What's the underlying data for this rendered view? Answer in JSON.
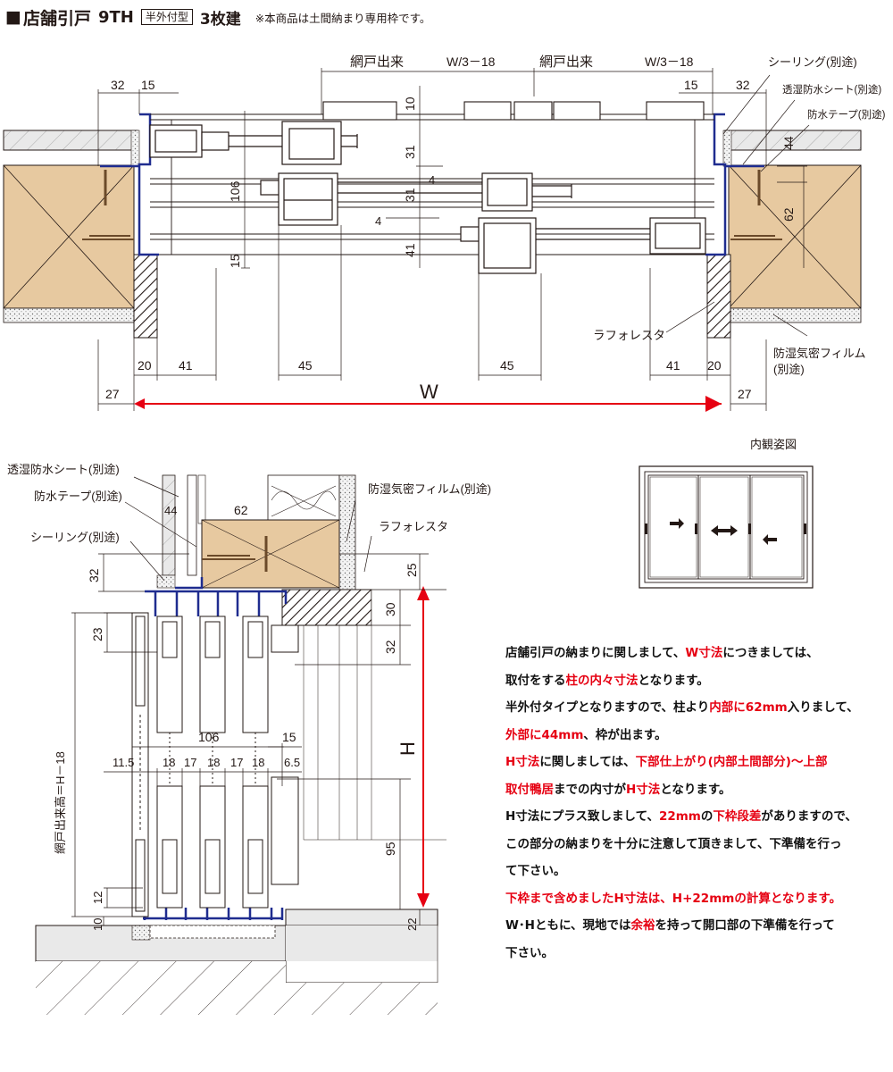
{
  "header": {
    "square": "■",
    "title": "店舗引戸",
    "model": "9TH",
    "mount_type": "半外付型",
    "panel_count": "3枚建",
    "note": "※本商品は土間納まり専用枠です。"
  },
  "plan_view": {
    "top_dims": {
      "screen_left": "網戸出来",
      "w3_left": "W/3－18",
      "screen_right": "網戸出来",
      "w3_right": "W/3－18",
      "left_32": "32",
      "left_15": "15",
      "right_15": "15",
      "right_32": "32"
    },
    "vertical_dims": {
      "d10": "10",
      "d31a": "31",
      "d31b": "31",
      "d41": "41",
      "d4a": "4",
      "d4b": "4",
      "d106": "106",
      "d15": "15",
      "d44": "44",
      "d62": "62"
    },
    "bottom_dims": {
      "l20": "20",
      "l41": "41",
      "m45a": "45",
      "m45b": "45",
      "r41": "41",
      "r20": "20",
      "l27": "27",
      "r27": "27",
      "width": "W"
    },
    "labels": {
      "sealing": "シーリング(別途)",
      "moisture_sheet": "透湿防水シート(別途)",
      "waterproof_tape": "防水テープ(別途)",
      "lafolesta": "ラフォレスタ",
      "vapor_film_1": "防湿気密フィルム",
      "vapor_film_2": "(別途)"
    }
  },
  "interior_view": {
    "title": "内観姿図"
  },
  "section_view": {
    "labels": {
      "moisture_sheet": "透湿防水シート(別途)",
      "waterproof_tape": "防水テープ(別途)",
      "sealing": "シーリング(別途)",
      "vapor_film": "防湿気密フィルム(別途)",
      "lafolesta": "ラフォレスタ",
      "screen_height": "網戸出来高＝H－18"
    },
    "dims": {
      "d44": "44",
      "d62": "62",
      "d32_top": "32",
      "d25": "25",
      "d30": "30",
      "d32": "32",
      "d23": "23",
      "d106": "106",
      "d15": "15",
      "d11_5": "11.5",
      "d18a": "18",
      "d17a": "17",
      "d18b": "18",
      "d17b": "17",
      "d18c": "18",
      "d6_5": "6.5",
      "height": "H",
      "d95": "95",
      "d12": "12",
      "d10": "10",
      "d22": "22"
    }
  },
  "notes": {
    "l1a": "店舗引戸の納まりに関しまして、",
    "l1b": "W寸法",
    "l1c": "につきましては、",
    "l2a": "取付をする",
    "l2b": "柱の内々寸法",
    "l2c": "となります。",
    "l3a": "半外付タイプとなりますので、柱より",
    "l3b": "内部に62mm",
    "l3c": "入りまして、",
    "l4a": "外部に44mm",
    "l4b": "、枠が出ます。",
    "l5a": "H寸法",
    "l5b": "に関しましては、",
    "l5c": "下部仕上がり(内部土間部分)～上部",
    "l6a": "取付鴨居",
    "l6b": "までの内寸が",
    "l6c": "H寸法",
    "l6d": "となります。",
    "l7a": "H寸法にプラス致しまして、",
    "l7b": "22mm",
    "l7c": "の",
    "l7d": "下枠段差",
    "l7e": "がありますので、",
    "l8": "この部分の納まりを十分に注意して頂きまして、下準備を行っ",
    "l9": "て下さい。",
    "l10": "下枠まで含めましたH寸法は、H+22mmの計算となります。",
    "l11a": "W･Hともに、現地では",
    "l11b": "余裕",
    "l11c": "を持って開口部の下準備を行って",
    "l12": "下さい。"
  },
  "colors": {
    "frame_blue": "#1f2c8f",
    "dimension_red": "#e60012",
    "wood": "#e7c9a0",
    "line": "#231815",
    "hatch_bg": "#8d8d8d"
  }
}
